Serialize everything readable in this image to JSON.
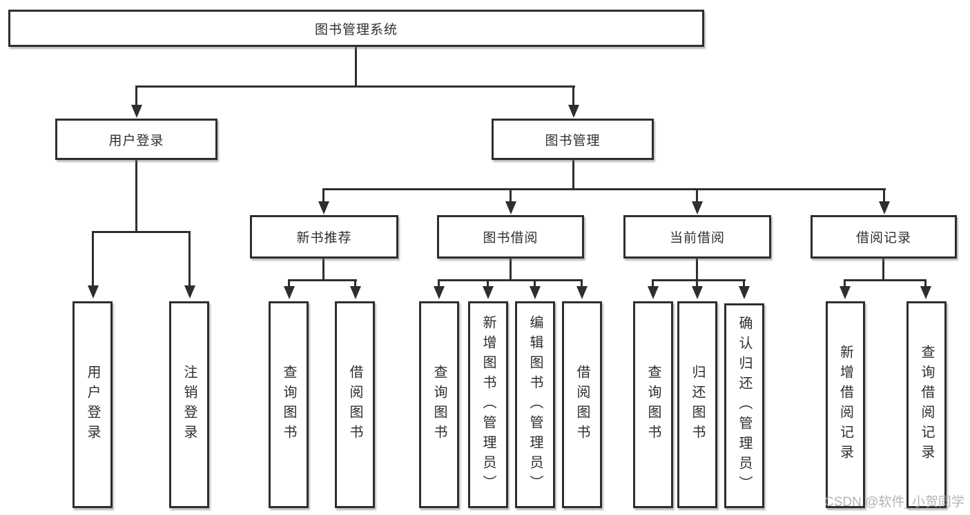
{
  "colors": {
    "line": "#2e2e2e",
    "box_border": "#2e2e2e",
    "text": "#2e2e2e",
    "background": "#ffffff",
    "watermark": "#a8a8a8"
  },
  "watermark": {
    "text": "CSDN @软件_小贺同学"
  },
  "tree": {
    "root": {
      "label": "图书管理系统"
    },
    "branches": [
      {
        "label": "用户登录",
        "leaves": [
          {
            "label": "用户登录"
          },
          {
            "label": "注销登录"
          }
        ]
      },
      {
        "label": "图书管理",
        "groups": [
          {
            "label": "新书推荐",
            "leaves": [
              {
                "label": "查询图书"
              },
              {
                "label": "借阅图书"
              }
            ]
          },
          {
            "label": "图书借阅",
            "leaves": [
              {
                "label": "查询图书"
              },
              {
                "label": "新增图书（管理员）"
              },
              {
                "label": "编辑图书（管理员）"
              },
              {
                "label": "借阅图书"
              }
            ]
          },
          {
            "label": "当前借阅",
            "leaves": [
              {
                "label": "查询图书"
              },
              {
                "label": "归还图书"
              },
              {
                "label": "确认归还（管理员）"
              }
            ]
          },
          {
            "label": "借阅记录",
            "leaves": [
              {
                "label": "新增借阅记录"
              },
              {
                "label": "查询借阅记录"
              }
            ]
          }
        ]
      }
    ]
  }
}
